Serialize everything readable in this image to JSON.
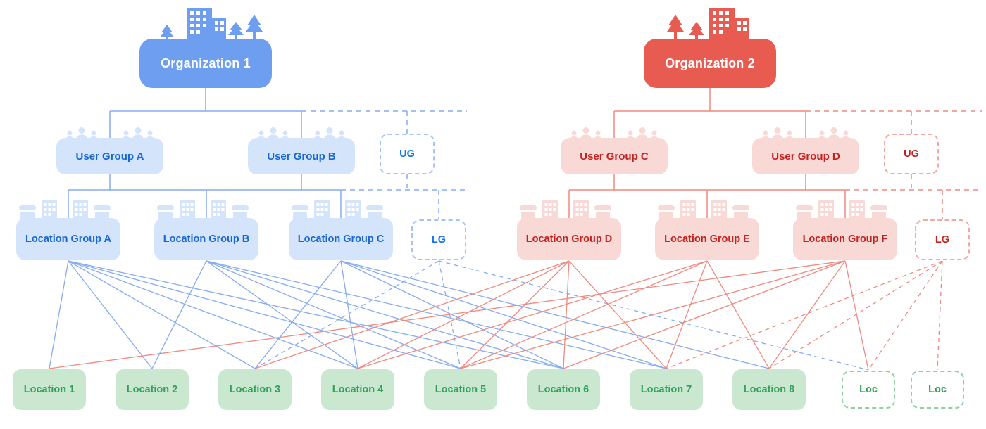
{
  "diagram": {
    "organizations": [
      {
        "id": "org1",
        "label": "Organization 1",
        "theme": "blue"
      },
      {
        "id": "org2",
        "label": "Organization 2",
        "theme": "red"
      }
    ],
    "user_groups": [
      {
        "id": "ug_a",
        "label": "User Group A",
        "theme": "blue"
      },
      {
        "id": "ug_b",
        "label": "User Group B",
        "theme": "blue"
      },
      {
        "id": "ugp_blue",
        "label": "UG",
        "theme": "blue",
        "placeholder": true
      },
      {
        "id": "ug_c",
        "label": "User Group C",
        "theme": "red"
      },
      {
        "id": "ug_d",
        "label": "User Group D",
        "theme": "red"
      },
      {
        "id": "ugp_red",
        "label": "UG",
        "theme": "red",
        "placeholder": true
      }
    ],
    "location_groups": [
      {
        "id": "lg_a",
        "label": "Location Group A",
        "theme": "blue"
      },
      {
        "id": "lg_b",
        "label": "Location Group B",
        "theme": "blue"
      },
      {
        "id": "lg_c",
        "label": "Location Group C",
        "theme": "blue"
      },
      {
        "id": "lgp_blue",
        "label": "LG",
        "theme": "blue",
        "placeholder": true
      },
      {
        "id": "lg_d",
        "label": "Location Group D",
        "theme": "red"
      },
      {
        "id": "lg_e",
        "label": "Location Group E",
        "theme": "red"
      },
      {
        "id": "lg_f",
        "label": "Location Group F",
        "theme": "red"
      },
      {
        "id": "lgp_red",
        "label": "LG",
        "theme": "red",
        "placeholder": true
      }
    ],
    "locations": [
      {
        "id": "l1",
        "label": "Location 1"
      },
      {
        "id": "l2",
        "label": "Location 2"
      },
      {
        "id": "l3",
        "label": "Location 3"
      },
      {
        "id": "l4",
        "label": "Location 4"
      },
      {
        "id": "l5",
        "label": "Location 5"
      },
      {
        "id": "l6",
        "label": "Location 6"
      },
      {
        "id": "l7",
        "label": "Location 7"
      },
      {
        "id": "l8",
        "label": "Location 8"
      },
      {
        "id": "locp1",
        "label": "Loc",
        "placeholder": true
      },
      {
        "id": "locp2",
        "label": "Loc",
        "placeholder": true
      }
    ],
    "edges": [
      {
        "from": "lg_a",
        "to": "l1",
        "color": "blue",
        "style": "solid"
      },
      {
        "from": "lg_a",
        "to": "l2",
        "color": "blue",
        "style": "solid"
      },
      {
        "from": "lg_a",
        "to": "l3",
        "color": "blue",
        "style": "solid"
      },
      {
        "from": "lg_a",
        "to": "l4",
        "color": "blue",
        "style": "solid"
      },
      {
        "from": "lg_a",
        "to": "l5",
        "color": "blue",
        "style": "solid"
      },
      {
        "from": "lg_a",
        "to": "l6",
        "color": "blue",
        "style": "solid"
      },
      {
        "from": "lg_b",
        "to": "l2",
        "color": "blue",
        "style": "solid"
      },
      {
        "from": "lg_b",
        "to": "l4",
        "color": "blue",
        "style": "solid"
      },
      {
        "from": "lg_b",
        "to": "l5",
        "color": "blue",
        "style": "solid"
      },
      {
        "from": "lg_b",
        "to": "l6",
        "color": "blue",
        "style": "solid"
      },
      {
        "from": "lg_b",
        "to": "l7",
        "color": "blue",
        "style": "solid"
      },
      {
        "from": "lg_c",
        "to": "l3",
        "color": "blue",
        "style": "solid"
      },
      {
        "from": "lg_c",
        "to": "l4",
        "color": "blue",
        "style": "solid"
      },
      {
        "from": "lg_c",
        "to": "l6",
        "color": "blue",
        "style": "solid"
      },
      {
        "from": "lg_c",
        "to": "l7",
        "color": "blue",
        "style": "solid"
      },
      {
        "from": "lg_c",
        "to": "l8",
        "color": "blue",
        "style": "solid"
      },
      {
        "from": "lgp_blue",
        "to": "l3",
        "color": "blue",
        "style": "dashed"
      },
      {
        "from": "lgp_blue",
        "to": "l5",
        "color": "blue",
        "style": "dashed"
      },
      {
        "from": "lgp_blue",
        "to": "locp1",
        "color": "blue",
        "style": "dashed"
      },
      {
        "from": "lg_d",
        "to": "l3",
        "color": "red",
        "style": "solid"
      },
      {
        "from": "lg_d",
        "to": "l4",
        "color": "red",
        "style": "solid"
      },
      {
        "from": "lg_d",
        "to": "l5",
        "color": "red",
        "style": "solid"
      },
      {
        "from": "lg_d",
        "to": "l6",
        "color": "red",
        "style": "solid"
      },
      {
        "from": "lg_d",
        "to": "l7",
        "color": "red",
        "style": "solid"
      },
      {
        "from": "lg_e",
        "to": "l4",
        "color": "red",
        "style": "solid"
      },
      {
        "from": "lg_e",
        "to": "l5",
        "color": "red",
        "style": "solid"
      },
      {
        "from": "lg_e",
        "to": "l7",
        "color": "red",
        "style": "solid"
      },
      {
        "from": "lg_e",
        "to": "l8",
        "color": "red",
        "style": "solid"
      },
      {
        "from": "lg_f",
        "to": "l1",
        "color": "red",
        "style": "solid"
      },
      {
        "from": "lg_f",
        "to": "l5",
        "color": "red",
        "style": "solid"
      },
      {
        "from": "lg_f",
        "to": "l6",
        "color": "red",
        "style": "solid"
      },
      {
        "from": "lg_f",
        "to": "l8",
        "color": "red",
        "style": "solid"
      },
      {
        "from": "lg_f",
        "to": "locp1",
        "color": "red",
        "style": "solid"
      },
      {
        "from": "lgp_red",
        "to": "l7",
        "color": "red",
        "style": "dashed"
      },
      {
        "from": "lgp_red",
        "to": "l8",
        "color": "red",
        "style": "dashed"
      },
      {
        "from": "lgp_red",
        "to": "locp1",
        "color": "red",
        "style": "dashed"
      },
      {
        "from": "lgp_red",
        "to": "locp2",
        "color": "red",
        "style": "dashed"
      }
    ]
  },
  "colors": {
    "org_blue": "#6d9eef",
    "light_blue": "#d4e4fb",
    "blue_text": "#1967d2",
    "blue_accent": "#1a73e8",
    "blue_line": "#85abf0",
    "blue_dash": "#a3c3f7",
    "org_red": "#e85b51",
    "light_red": "#f9d9d6",
    "red_text": "#c5221f",
    "red_line": "#f0897f",
    "red_dash": "#f2a79f",
    "light_green": "#c9e8cf",
    "green_text": "#31a05a",
    "green_dash": "#8ed0a0"
  }
}
